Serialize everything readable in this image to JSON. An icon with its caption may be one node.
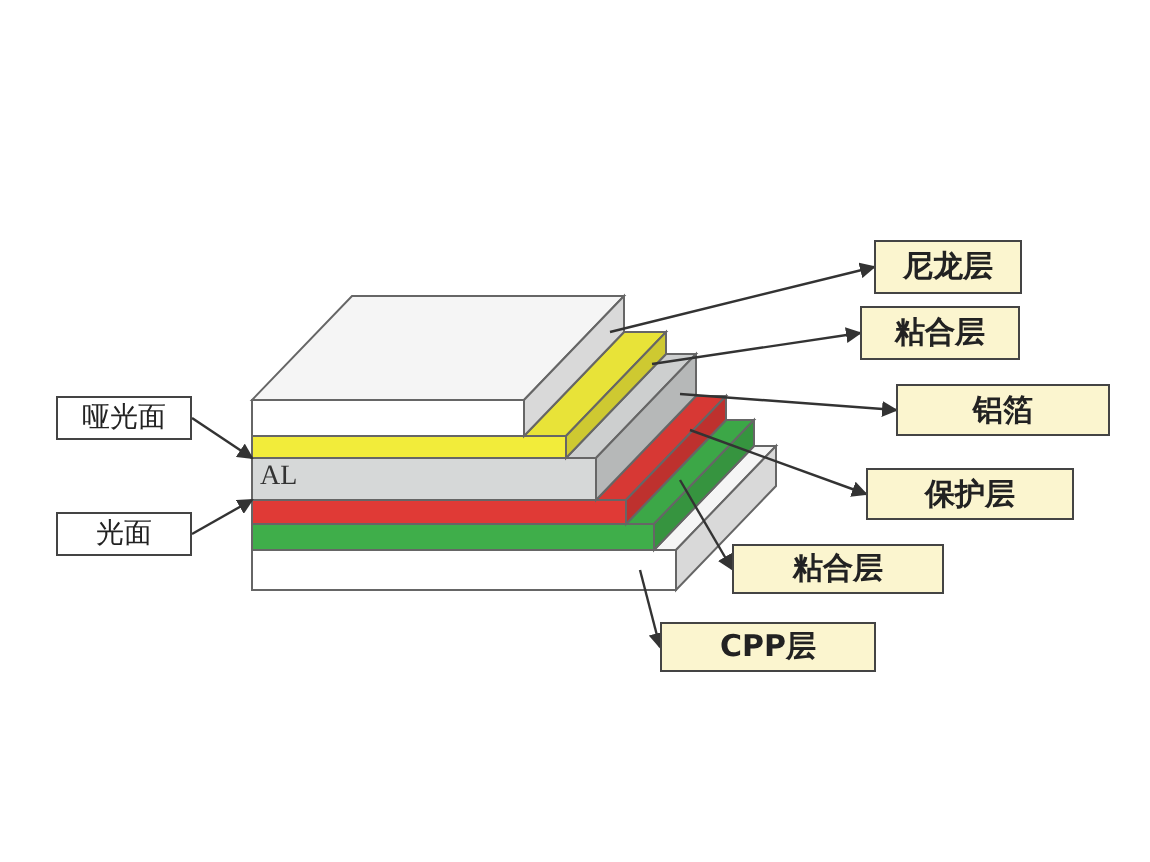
{
  "diagram": {
    "nodes": [
      {
        "text": [
          "尼龙层"
        ]
      },
      {
        "text": [
          "粘合层"
        ]
      },
      {
        "text": [
          "铝箔"
        ]
      },
      {
        "text": [
          "保护层"
        ]
      },
      {
        "text": [
          "粘合层"
        ]
      },
      {
        "text": [
          "CPP层"
        ]
      },
      {
        "text": [
          "哑光面"
        ]
      },
      {
        "text": [
          "光面"
        ]
      },
      {
        "text": [],
        "shape": "box"
      },
      {
        "text": [],
        "shape": "box"
      },
      {
        "text": [],
        "shape": "box"
      },
      {
        "text": [],
        "shape": "box"
      },
      {
        "text": [],
        "shape": "box"
      },
      {
        "text": [],
        "shape": "box"
      }
    ],
    "edges": [
      {
        "from": 8,
        "to": 0,
        "arrow": "to"
      },
      {
        "from": 9,
        "to": 1,
        "arrow": "to"
      },
      {
        "from": 10,
        "to": 2,
        "arrow": "to"
      },
      {
        "from": 11,
        "to": 3,
        "arrow": "to"
      },
      {
        "from": 12,
        "to": 4,
        "arrow": "to"
      },
      {
        "from": 13,
        "to": 5,
        "arrow": "to"
      },
      {
        "from": 6,
        "to": 10,
        "arrow": "to"
      },
      {
        "from": 7,
        "to": 10,
        "arrow": "to"
      }
    ],
    "labels": [
      "AL"
    ]
  }
}
